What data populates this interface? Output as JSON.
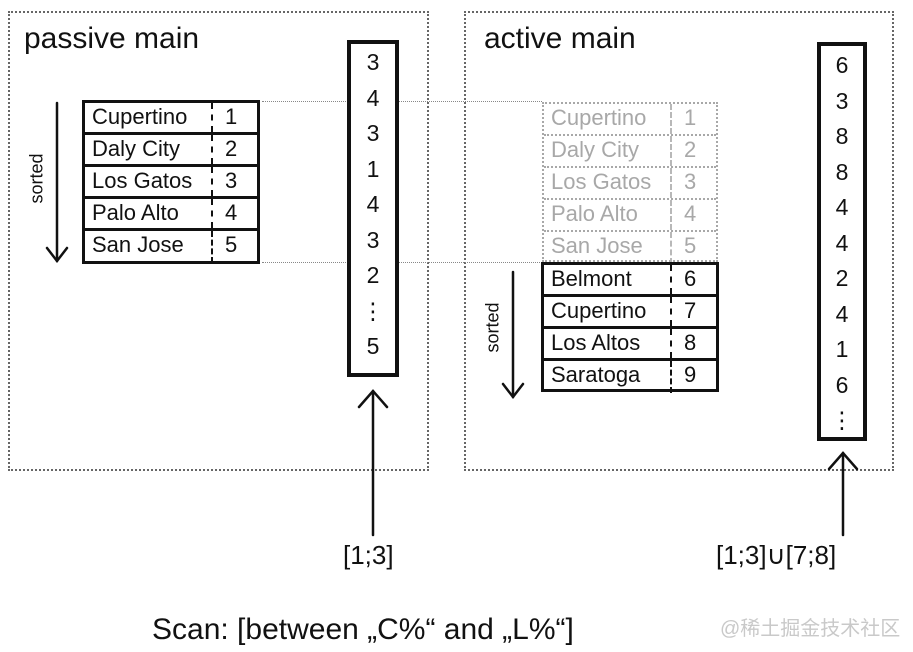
{
  "passive": {
    "title": "passive main",
    "sorted_label": "sorted",
    "dictionary": [
      {
        "city": "Cupertino",
        "code": "1"
      },
      {
        "city": "Daly City",
        "code": "2"
      },
      {
        "city": "Los Gatos",
        "code": "3"
      },
      {
        "city": "Palo Alto",
        "code": "4"
      },
      {
        "city": "San Jose",
        "code": "5"
      }
    ],
    "column": [
      "3",
      "4",
      "3",
      "1",
      "4",
      "3",
      "2",
      "⋮",
      "5"
    ],
    "range": "[1;3]"
  },
  "active": {
    "title": "active main",
    "sorted_label": "sorted",
    "inherited_dictionary": [
      {
        "city": "Cupertino",
        "code": "1"
      },
      {
        "city": "Daly City",
        "code": "2"
      },
      {
        "city": "Los Gatos",
        "code": "3"
      },
      {
        "city": "Palo Alto",
        "code": "4"
      },
      {
        "city": "San Jose",
        "code": "5"
      }
    ],
    "dictionary": [
      {
        "city": "Belmont",
        "code": "6"
      },
      {
        "city": "Cupertino",
        "code": "7"
      },
      {
        "city": "Los Altos",
        "code": "8"
      },
      {
        "city": "Saratoga",
        "code": "9"
      }
    ],
    "column": [
      "6",
      "3",
      "8",
      "8",
      "4",
      "4",
      "2",
      "4",
      "1",
      "6",
      "⋮"
    ],
    "range": "[1;3]∪[7;8]"
  },
  "scan_label": "Scan: [between „C%“ and „L%“]",
  "watermark": "@稀土掘金技术社区"
}
